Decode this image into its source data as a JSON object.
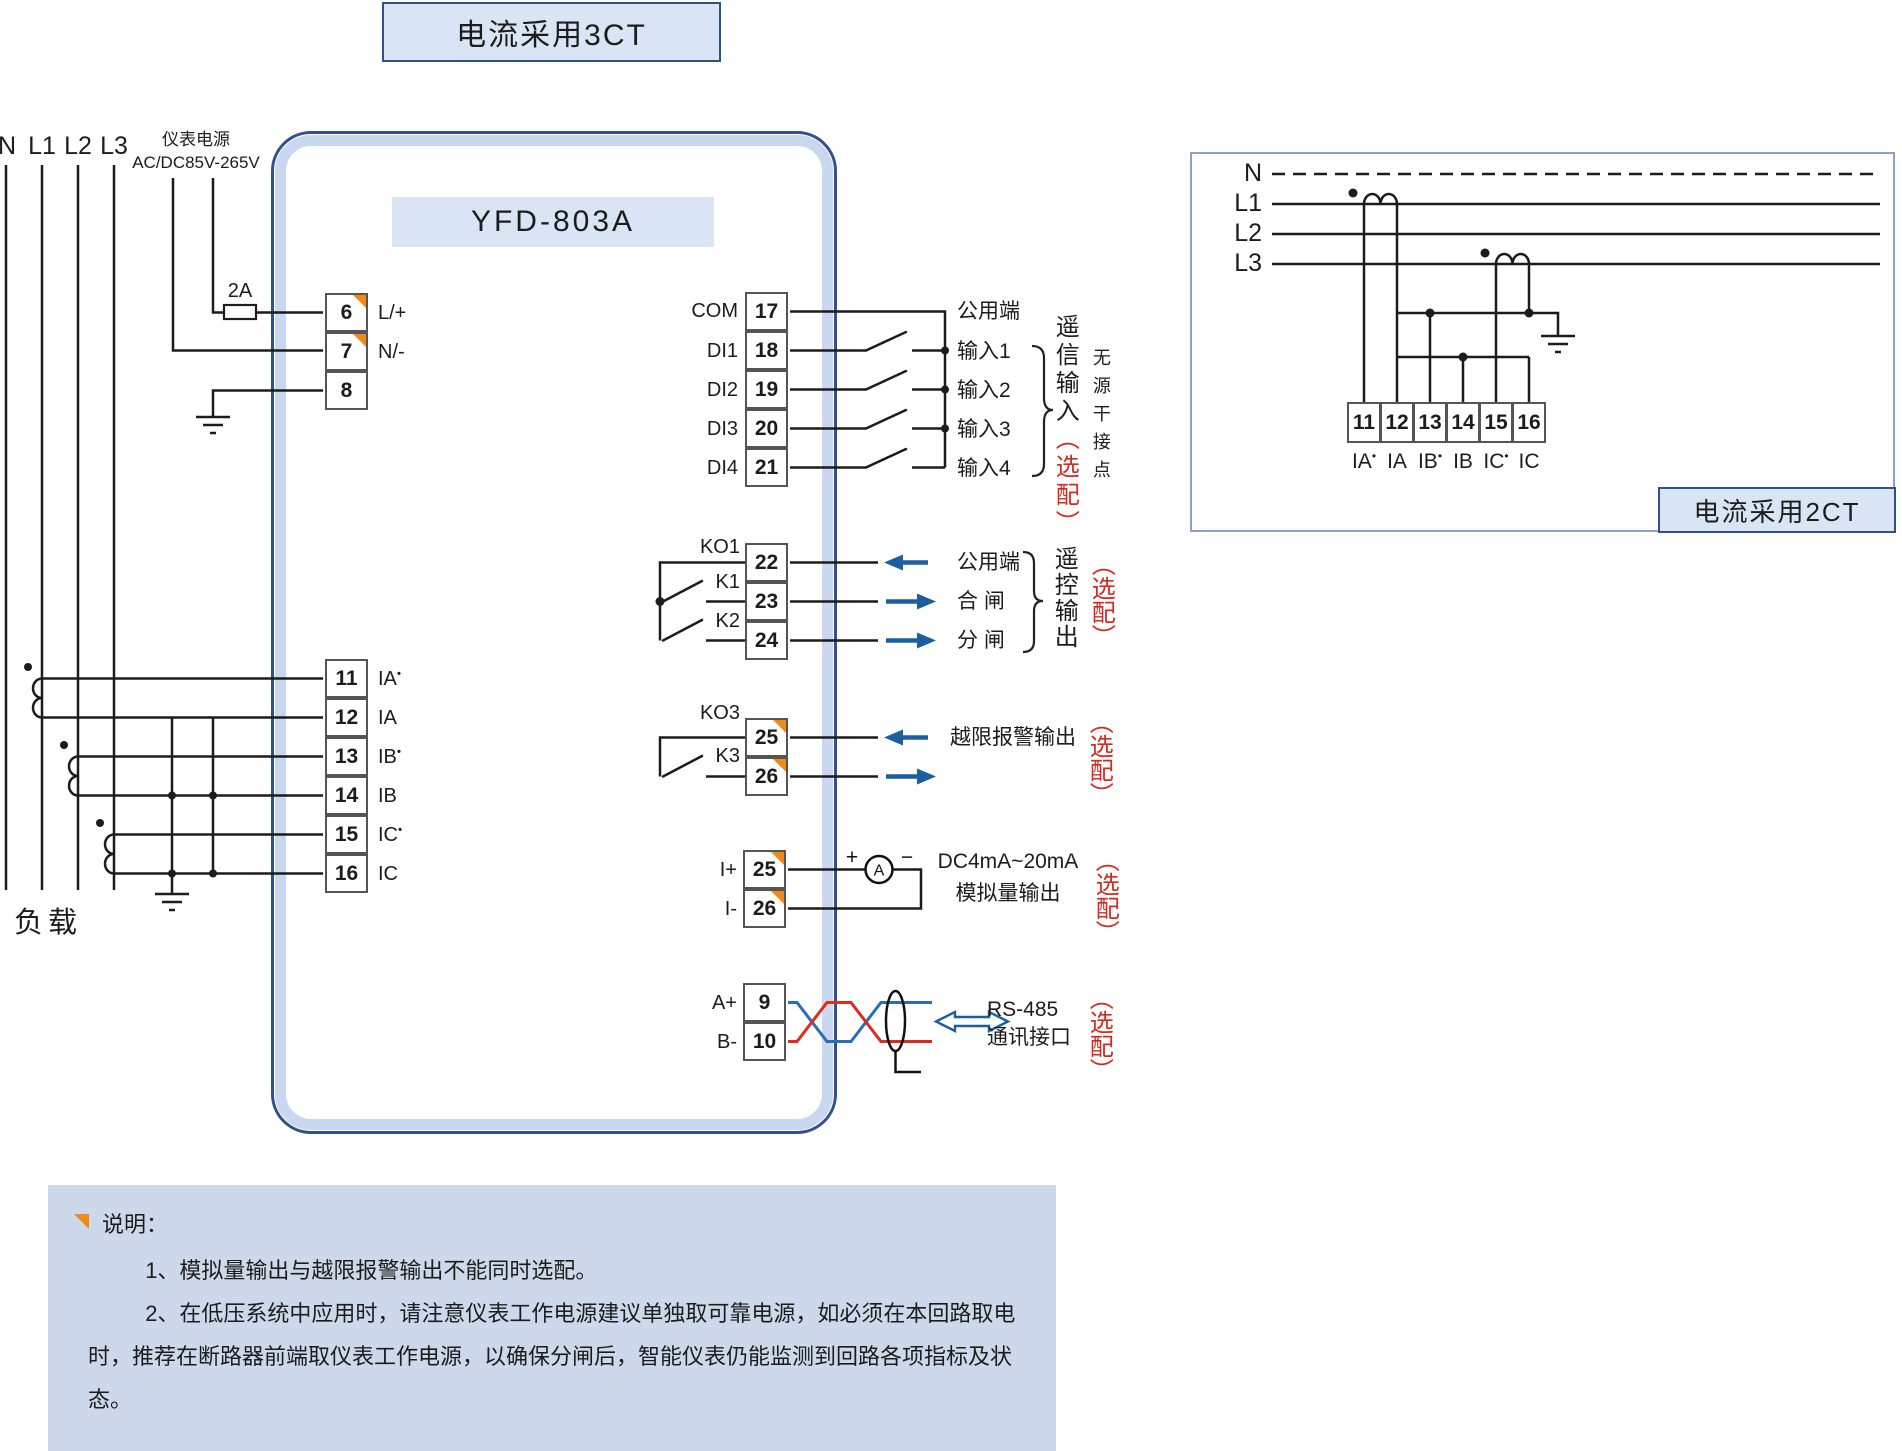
{
  "titles": {
    "ct3": "电流采用3CT",
    "device": "YFD-803A",
    "ct2": "电流采用2CT"
  },
  "power": {
    "phases": [
      "N",
      "L1",
      "L2",
      "L3"
    ],
    "supply1": "仪表电源",
    "supply2": "AC/DC85V-265V",
    "fuse": "2A",
    "load": "负载",
    "terminals": [
      {
        "num": "6",
        "label": "L/+"
      },
      {
        "num": "7",
        "label": "N/-"
      },
      {
        "num": "8",
        "label": ""
      }
    ]
  },
  "ct3": {
    "terminals": [
      {
        "num": "11",
        "label": "IA",
        "star": "•"
      },
      {
        "num": "12",
        "label": "IA",
        "star": ""
      },
      {
        "num": "13",
        "label": "IB",
        "star": "•"
      },
      {
        "num": "14",
        "label": "IB",
        "star": ""
      },
      {
        "num": "15",
        "label": "IC",
        "star": "•"
      },
      {
        "num": "16",
        "label": "IC",
        "star": ""
      }
    ]
  },
  "di": {
    "rows": [
      {
        "name": "COM",
        "num": "17",
        "right": "公用端"
      },
      {
        "name": "DI1",
        "num": "18",
        "right": "输入1"
      },
      {
        "name": "DI2",
        "num": "19",
        "right": "输入2"
      },
      {
        "name": "DI3",
        "num": "20",
        "right": "输入3"
      },
      {
        "name": "DI4",
        "num": "21",
        "right": "输入4"
      }
    ],
    "group": "遥信输入",
    "option": "（选配）",
    "note": "无源干接点"
  },
  "ko1": {
    "sw": [
      "KO1",
      "K1",
      "K2"
    ],
    "nums": [
      "22",
      "23",
      "24"
    ],
    "right": [
      "公用端",
      "合 闸",
      "分 闸"
    ],
    "group": "遥控输出",
    "option": "（选配）"
  },
  "ko3": {
    "sw": [
      "KO3",
      "K3"
    ],
    "nums": [
      "25",
      "26"
    ],
    "desc": "越限报警输出",
    "option": "（选配）"
  },
  "analog": {
    "names": [
      "I+",
      "I-"
    ],
    "nums": [
      "25",
      "26"
    ],
    "plus": "+",
    "minus": "−",
    "meter": "A",
    "desc1": "DC4mA~20mA",
    "desc2": "模拟量输出",
    "option": "（选配）"
  },
  "rs485": {
    "names": [
      "A+",
      "B-"
    ],
    "nums": [
      "9",
      "10"
    ],
    "desc1": "RS-485",
    "desc2": "通讯接口",
    "option": "（选配）"
  },
  "ct2": {
    "phases": [
      "N",
      "L1",
      "L2",
      "L3"
    ],
    "terminals": [
      {
        "num": "11",
        "label": "IA",
        "star": "•"
      },
      {
        "num": "12",
        "label": "IA",
        "star": ""
      },
      {
        "num": "13",
        "label": "IB",
        "star": "•"
      },
      {
        "num": "14",
        "label": "IB",
        "star": ""
      },
      {
        "num": "15",
        "label": "IC",
        "star": "•"
      },
      {
        "num": "16",
        "label": "IC",
        "star": ""
      }
    ]
  },
  "note": {
    "title": "说明：",
    "item1": "1、模拟量输出与越限报警输出不能同时选配。",
    "item2": "2、在低压系统中应用时，请注意仪表工作电源建议单独取可靠电源，如必须在本回路取电时，推荐在断路器前端取仪表工作电源，以确保分闸后，智能仪表仍能监测到回路各项指标及状态。"
  },
  "colors": {
    "navy": "#31508e",
    "panel_blue": "#d9e4f4",
    "band_blue": "#c9d7ef",
    "note_blue": "#cdd9ea",
    "arrow_blue": "#1c5fa0",
    "option_red": "#d6281e",
    "orange": "#ef8b1c",
    "pair_blue": "#2a6db5",
    "pair_red": "#dd2b20"
  }
}
